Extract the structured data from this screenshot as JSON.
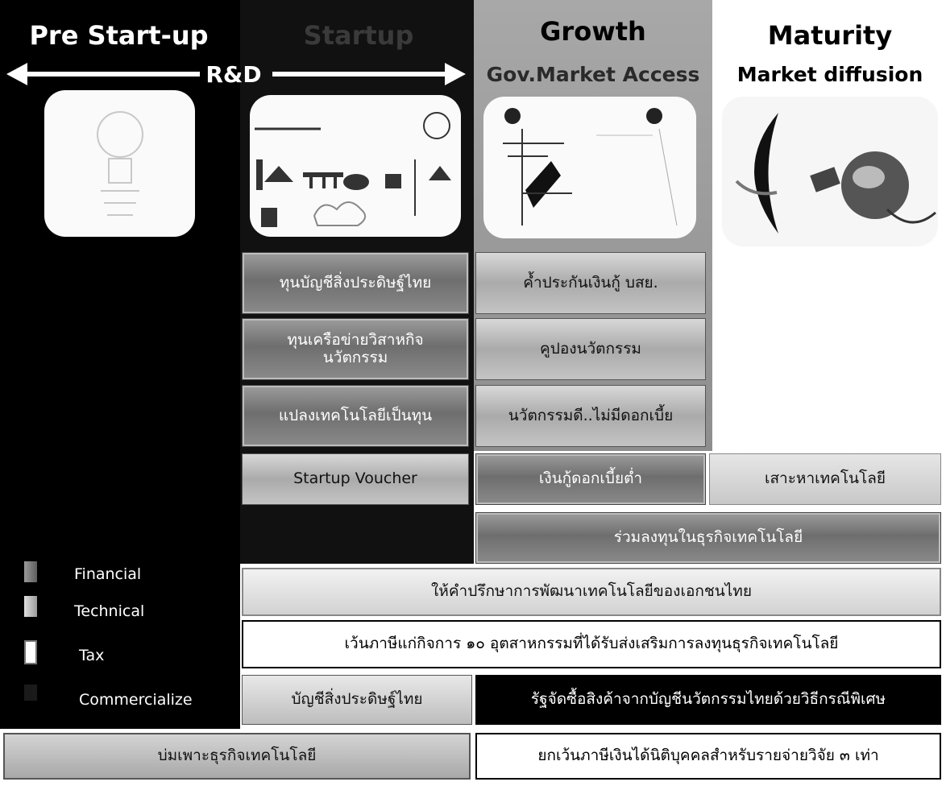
{
  "columns": {
    "pre_startup": "Pre Start-up",
    "startup": "Startup",
    "growth": "Growth",
    "growth_sub": "Gov.Market Access",
    "maturity": "Maturity",
    "maturity_sub": "Market diffusion"
  },
  "rd_label": "R&D",
  "programs": {
    "patent_fund": "ทุนบัญชีสิ่งประดิษฐ์ไทย",
    "loan_guarantee": "ค้ำประกันเงินกู้ บสย.",
    "network_fund": "ทุนเครือข่ายวิสาหกิจนวัตกรรม",
    "innovation_coupon": "คูปองนวัตกรรม",
    "tech_capital": "แปลงเทคโนโลยีเป็นทุน",
    "zero_interest": "นวัตกรรมดี..ไม่มีดอกเบี้ย",
    "startup_voucher": "Startup Voucher",
    "low_interest": "เงินกู้ดอกเบี้ยต่ำ",
    "tech_search": "เสาะหาเทคโนโลยี",
    "co_invest": "ร่วมลงทุนในธุรกิจเทคโนโลยี",
    "tech_consult": "ให้คำปรึกษาการพัฒนาเทคโนโลยีของเอกชนไทย",
    "tax_exempt_10": "เว้นภาษีแก่กิจการ ๑๐ อุตสาหกรรมที่ได้รับส่งเสริมการลงทุนธุรกิจเทคโนโลยี",
    "patent_list": "บัญชีสิ่งประดิษฐ์ไทย",
    "gov_procure": "รัฐจัดซื้อสิงค้าจากบัญชีนวัตกรรมไทยด้วยวิธีกรณีพิเศษ",
    "incubation": "บ่มเพาะธุรกิจเทคโนโลยี",
    "rd_tax": "ยกเว้นภาษีเงินได้นิติบุคคลสำหรับรายจ่ายวิจัย ๓ เท่า"
  },
  "legend": {
    "financial": "Financial",
    "technical": "Technical",
    "tax": "Tax",
    "commercialize": "Commercialize"
  }
}
